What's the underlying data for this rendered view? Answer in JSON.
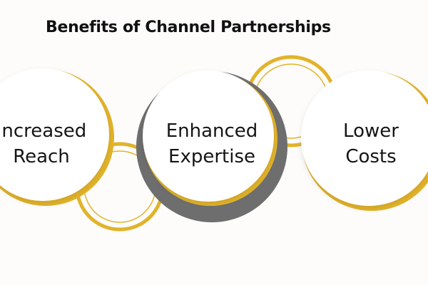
{
  "title": "Benefits of Channel Partnerships",
  "benefits": [
    {
      "line1": "Increased",
      "line2": "Reach"
    },
    {
      "line1": "Enhanced",
      "line2": "Expertise"
    },
    {
      "line1": "Lower",
      "line2": "Costs"
    }
  ],
  "colors": {
    "background": "#fdfcfb",
    "accent_gold": "#e2b32a",
    "highlight_gray": "#6e6e6e",
    "circle_fill": "#ffffff",
    "text": "#151515"
  }
}
